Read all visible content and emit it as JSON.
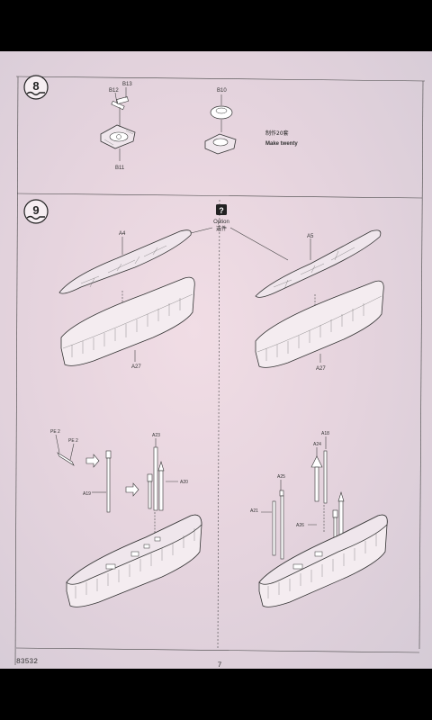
{
  "step8": {
    "number": "8",
    "labels": {
      "b12": "B12",
      "b13": "B13",
      "b11": "B11",
      "b10": "B10"
    },
    "note_cn": "制作20套",
    "note_en": "Make twenty"
  },
  "step9": {
    "number": "9",
    "option_icon": "?",
    "option_label": "Option",
    "option_cn": "选件",
    "upper": {
      "a4": "A4",
      "a5": "A5",
      "a27_left": "A27",
      "a27_right": "A27"
    },
    "lower_left": {
      "pe2a": "PE 2",
      "pe2b": "PE 2",
      "a19": "A19",
      "a23": "A23",
      "a20": "A20"
    },
    "lower_right": {
      "a18": "A18",
      "a24": "A24",
      "a25": "A25",
      "a21": "A21",
      "a26": "A26"
    }
  },
  "footer": {
    "code": "83532",
    "page": "7"
  }
}
